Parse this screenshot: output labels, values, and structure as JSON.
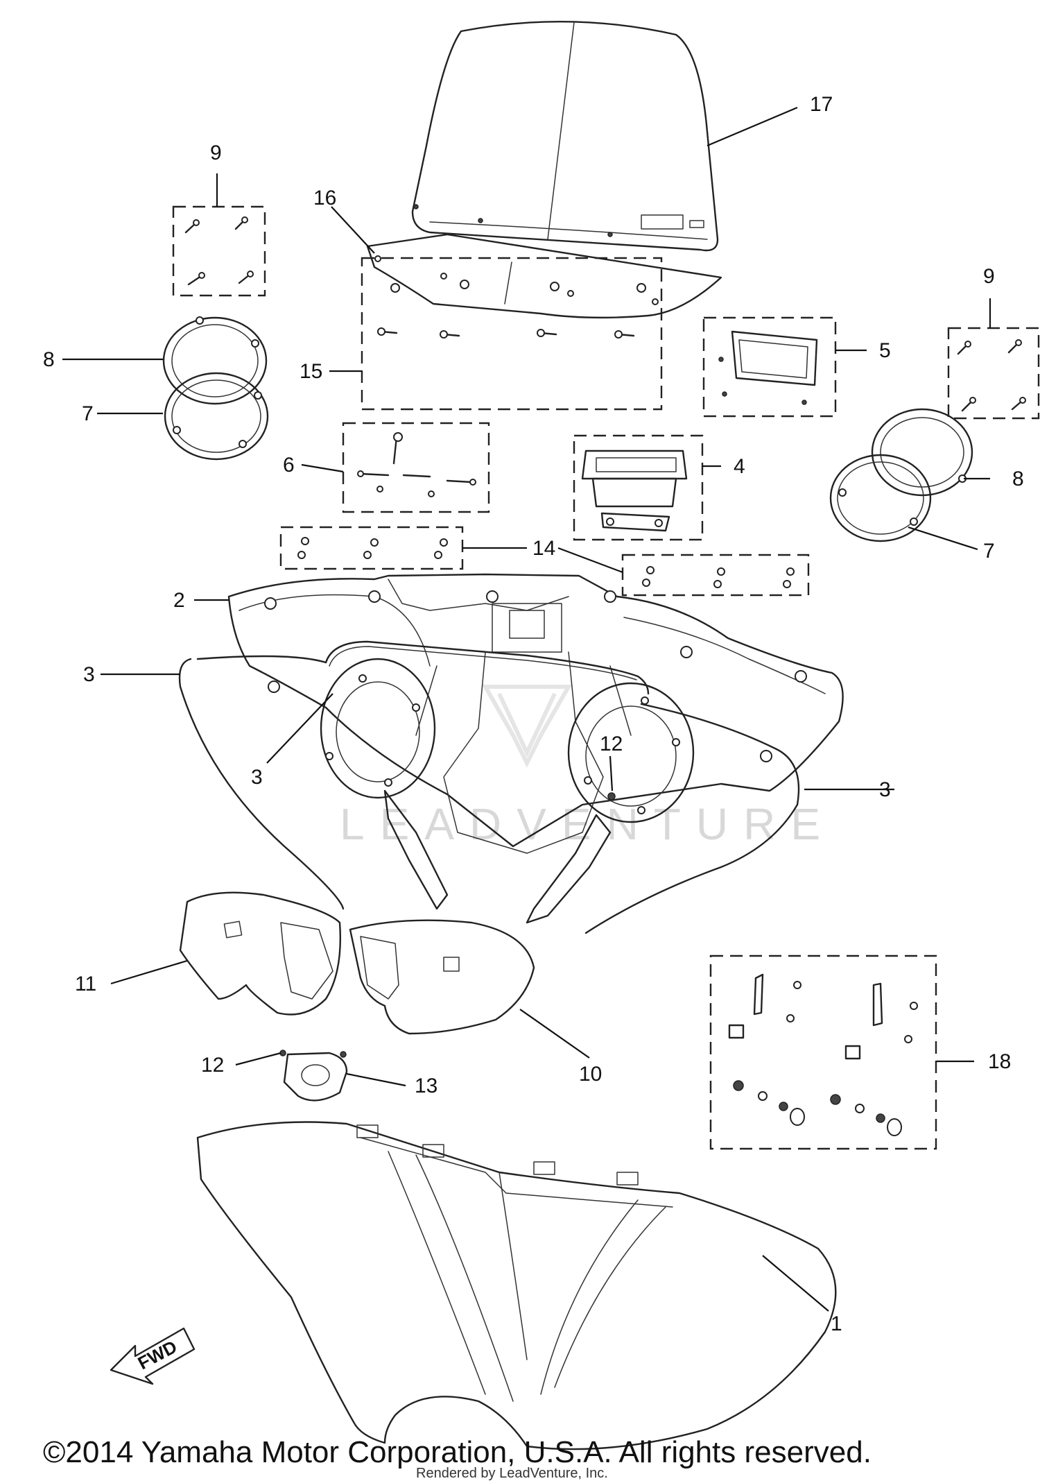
{
  "watermark": "LEADVENTURE",
  "copyright": "©2014 Yamaha Motor Corporation, U.S.A. All rights reserved.",
  "rendered_by": "Rendered by LeadVenture, Inc.",
  "fwd_label": "FWD",
  "callouts": {
    "c17": "17",
    "c16": "16",
    "c9_left": "9",
    "c9_right": "9",
    "c8_left": "8",
    "c8_right": "8",
    "c7_left": "7",
    "c7_right": "7",
    "c15": "15",
    "c5": "5",
    "c6": "6",
    "c4": "4",
    "c14": "14",
    "c2": "2",
    "c3_left": "3",
    "c3_center": "3",
    "c3_right": "3",
    "c12_upper": "12",
    "c12_lower": "12",
    "c11": "11",
    "c10": "10",
    "c13": "13",
    "c18": "18",
    "c1": "1"
  }
}
